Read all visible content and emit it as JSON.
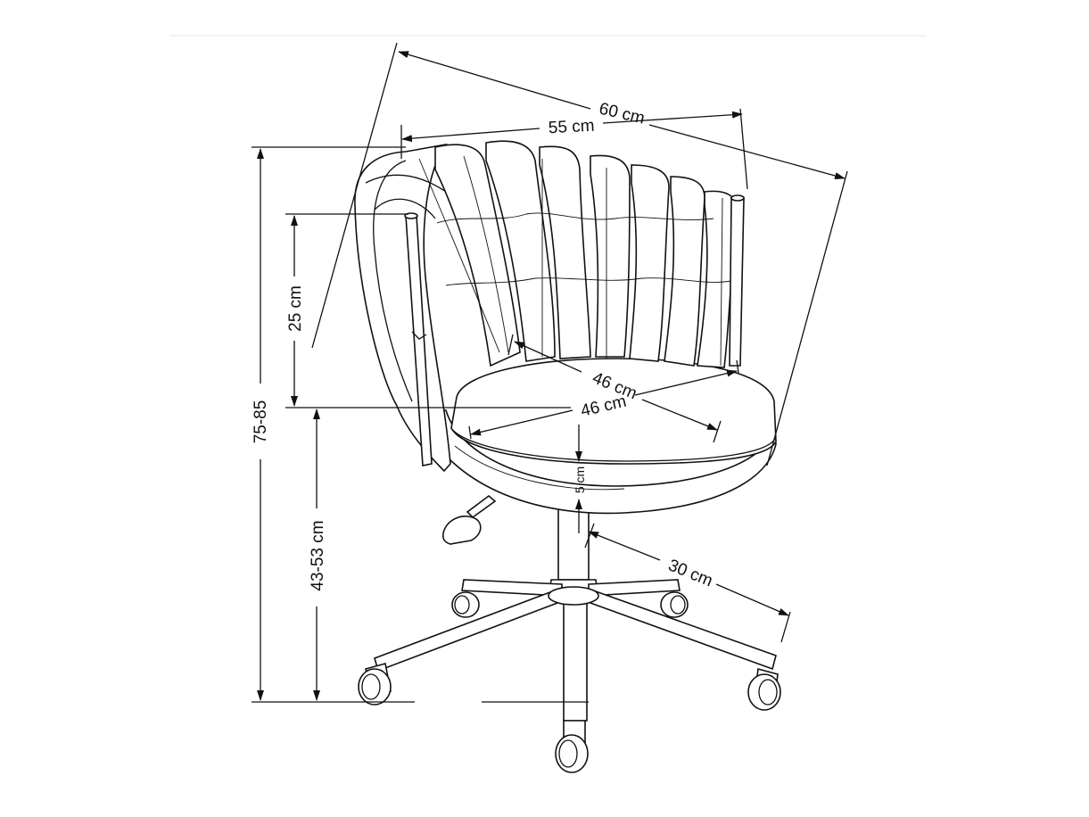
{
  "dimensions": {
    "width_outer": "60 cm",
    "width_inner": "55 cm",
    "backrest_height": "25 cm",
    "total_height": "75-85",
    "seat_height": "43-53 cm",
    "seat_depth": "46 cm",
    "seat_width": "46 cm",
    "seat_thickness": "5 cm",
    "base_radius": "30 cm"
  },
  "colors": {
    "line": "#111111",
    "background": "#ffffff"
  }
}
